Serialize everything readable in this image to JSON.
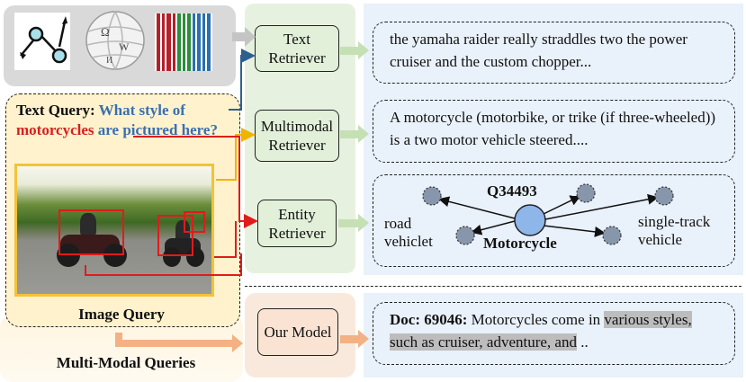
{
  "query": {
    "text_query_label": "Text Query:",
    "question_part1": "What style of",
    "question_keyword": "motorcycles",
    "question_part2": "are pictured here?",
    "image_query_label": "Image Query",
    "multimodal_queries_label": "Multi-Modal Queries"
  },
  "sources": {
    "items": [
      "graph-icon",
      "wikipedia-globe-icon",
      "barcode-icon"
    ]
  },
  "retrievers": {
    "text": "Text Retriever",
    "multimodal": "Multimodal Retriever",
    "entity": "Entity Retriever",
    "our_model": "Our Model"
  },
  "outputs": {
    "text_result": "the yamaha raider really straddles two  the power cruiser and the custom chopper...",
    "multimodal_result": "A motorcycle (motorbike, or trike (if three-wheeled)) is a two motor vehicle steered....",
    "entity_graph": {
      "entity_id": "Q34493",
      "entity_name": "Motorcycle",
      "neighbor_left": "road vehiclet",
      "neighbor_right": "single-track vehicle"
    },
    "our_result": {
      "doc_label": "Doc: 69046:",
      "text_before": "Motorcycles come in",
      "highlight_1": "various styles, such as cruiser, adventure, and",
      "text_after": ".."
    }
  },
  "colors": {
    "retriever_green": "#e2efd9",
    "query_yellow": "#fff2cc",
    "our_model_peach": "#fae3d3",
    "highlight_gray": "#bdbdbd",
    "question_blue": "#3a6fb0",
    "keyword_red": "#d71f1f"
  }
}
